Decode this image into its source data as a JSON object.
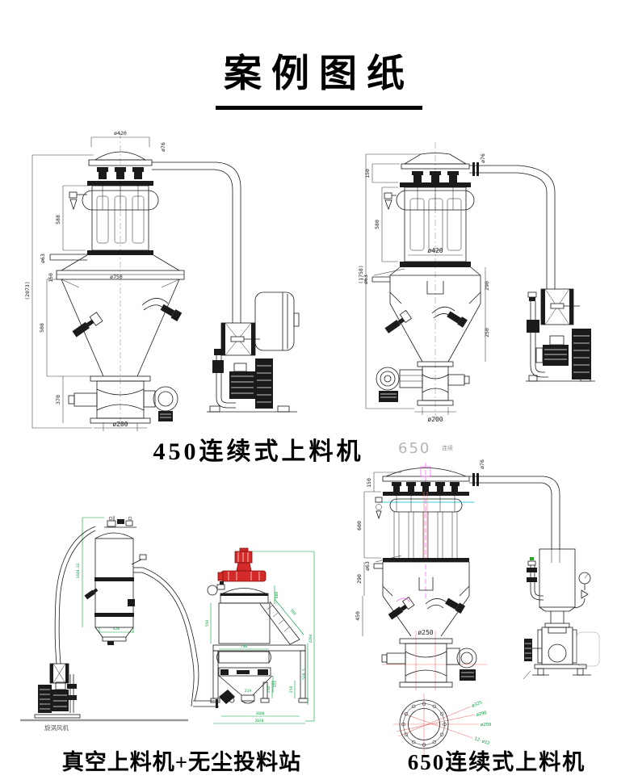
{
  "page": {
    "title": "案例图纸"
  },
  "captions": {
    "feeder450": "450连续式上料机",
    "station": "真空上料机+无尘投料站",
    "feeder650": "650连续式上料机"
  },
  "colors": {
    "line": "#1a1a1a",
    "dim_green": "#00a23c",
    "accent_red": "#d42a2a",
    "magenta": "#f05cf0",
    "cyan": "#00bfcf",
    "watermark_gray": "#b5b5b5"
  },
  "d450": {
    "dims": {
      "lid_dia": "ø420",
      "pipe_dia": "ø76",
      "filter_h": "588",
      "inlet_dia": "ø63",
      "total_h": "(2073)",
      "plate_h": "150",
      "hopper_dia": "ø750",
      "cone_h": "508",
      "valve_h": "370",
      "outlet_dia": "ø200"
    }
  },
  "d450b": {
    "dims": {
      "lid_h": "150",
      "filter_h": "580",
      "body_dia": "ø420",
      "total_h": "(1758)",
      "pipe_dia": "ø76",
      "inlet_dia": "ø63",
      "box_h": "290",
      "cone_h": "250",
      "outlet_dia": "ø200"
    }
  },
  "d650": {
    "watermark": "650",
    "watermark_suffix": "连续",
    "dims": {
      "lid_h": "150",
      "filter_h": "600",
      "box_h": "290",
      "cone_h": "450",
      "inlet_dia": "ø63",
      "pipe_dia": "ø76",
      "outlet_dia": "ø250"
    },
    "flange": {
      "ring1": "ø325",
      "ring2": "ø290",
      "ring3": "ø250",
      "holes": "12-ø12"
    }
  },
  "station": {
    "blower_label": "旋涡风机",
    "dims": {
      "feeder_h": "1449.32",
      "feeder_w": "420",
      "body_h": "550",
      "top_h": "800",
      "chute_l": "560",
      "drum_w": "740",
      "mid_h": "520.5",
      "cone_h": "251",
      "discharge_w": "219",
      "leg_a": "258",
      "leg_b": "258",
      "base_w": "1600",
      "overall_w": "2020",
      "overall_h": "2204"
    }
  }
}
